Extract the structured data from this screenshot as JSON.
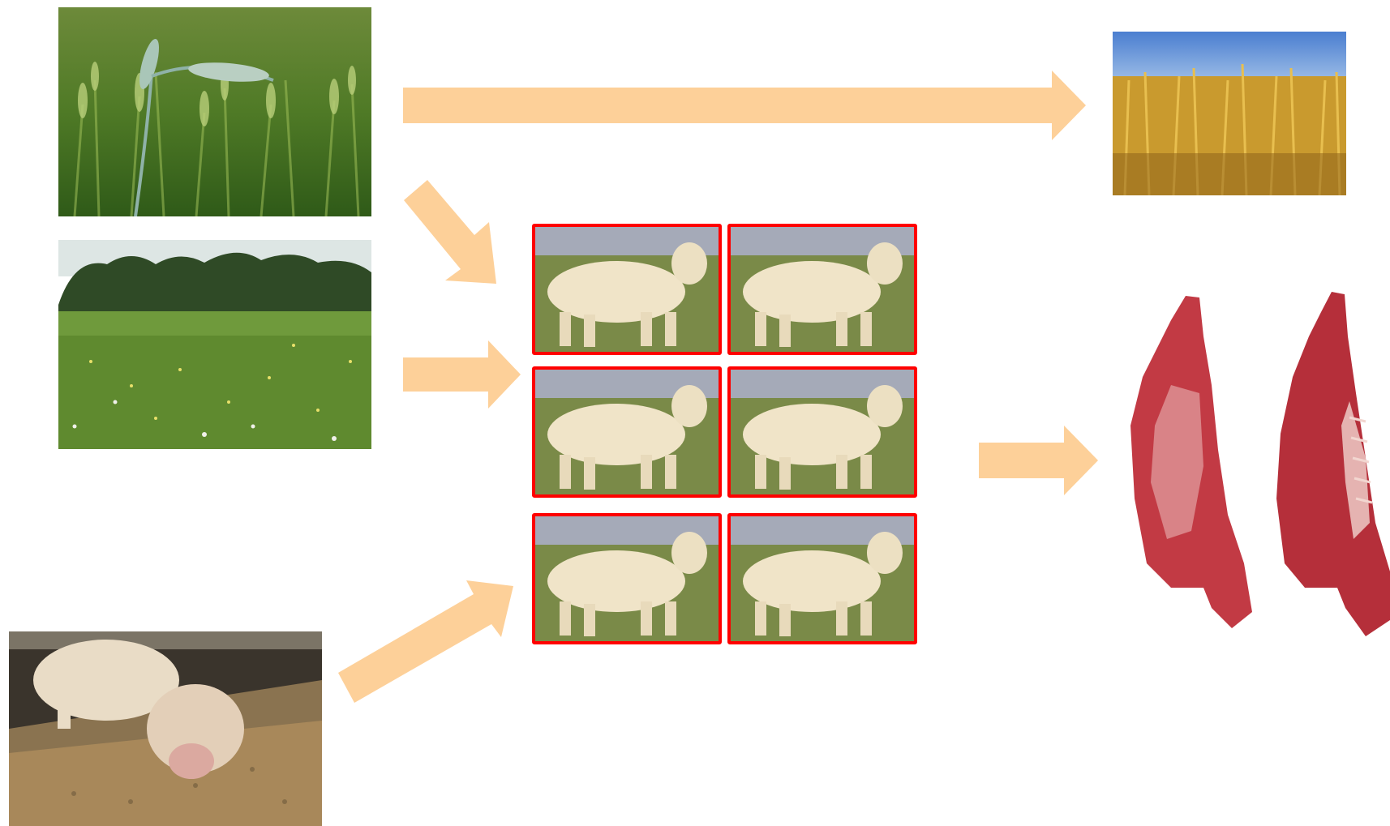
{
  "diagram": {
    "inputs": [
      {
        "name": "green-wheat-field-photo"
      },
      {
        "name": "meadow-pasture-photo"
      },
      {
        "name": "cow-eating-feed-photo"
      }
    ],
    "herd": {
      "count": 6,
      "tile_name": "cow-photo"
    },
    "outputs": [
      {
        "name": "golden-wheat-field-photo"
      },
      {
        "name": "beef-carcass-photo"
      }
    ],
    "arrow_color": "#fdd099",
    "herd_border_color": "#ff0000"
  }
}
